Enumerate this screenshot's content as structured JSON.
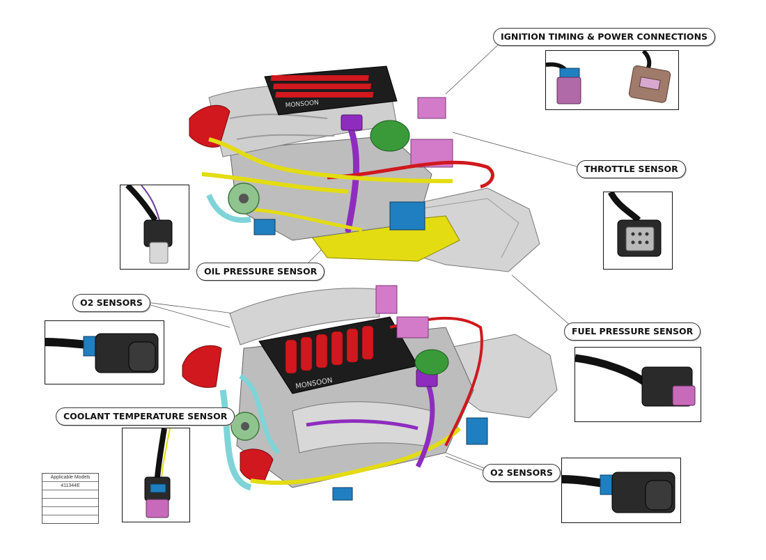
{
  "callouts": {
    "ignition": "IGNITION TIMING & POWER CONNECTIONS",
    "throttle": "THROTTLE SENSOR",
    "oil": "OIL PRESSURE SENSOR",
    "o2_top": "O2 SENSORS",
    "fuel": "FUEL PRESSURE SENSOR",
    "coolant": "COOLANT TEMPERATURE SENSOR",
    "o2_bottom": "O2 SENSORS"
  },
  "engine": {
    "brand_top": "MONSOON",
    "brand_bottom": "MONSOON"
  },
  "models_table": {
    "header": "Applicable Models",
    "rows": [
      "411344E",
      "",
      "",
      "",
      ""
    ]
  },
  "colors": {
    "intake_red": "#d0181e",
    "harness_yellow": "#e3dc12",
    "coolant_cyan": "#7fd4d8",
    "sensor_blue": "#1f7fc0",
    "oil_purple": "#8e2dbd",
    "fitting_pink": "#d37ac9",
    "fuel_green": "#3a9a3a",
    "aluminum_gray": "#c9c9c9"
  }
}
